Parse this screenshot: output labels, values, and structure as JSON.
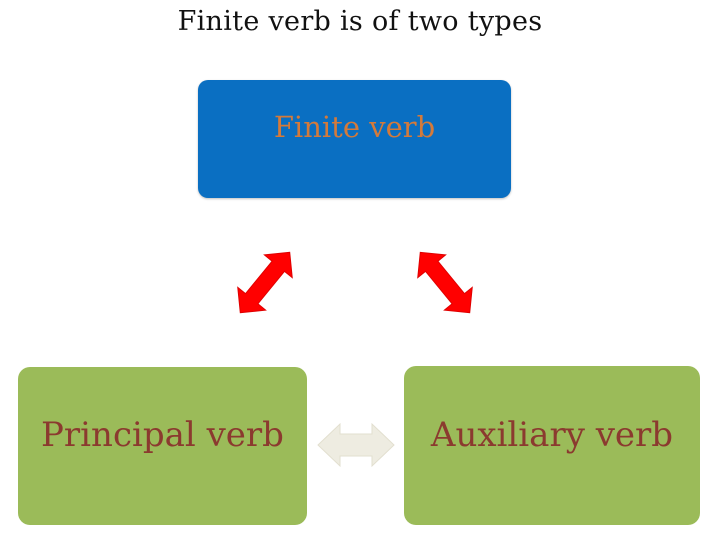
{
  "title": "Finite verb is of two types",
  "nodes": {
    "top": "Finite verb",
    "left": "Principal verb",
    "right": "Auxiliary verb"
  },
  "colors": {
    "top_fill": "#0a6fc2",
    "top_text": "#d47a3a",
    "bottom_fill": "#9bbb59",
    "bottom_text": "#8b3a2f",
    "diagonal_arrows": "#ff0000",
    "horizontal_arrow": "#eeece1"
  }
}
